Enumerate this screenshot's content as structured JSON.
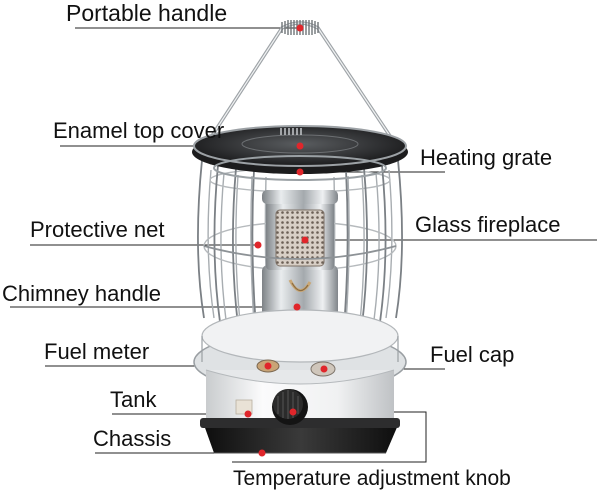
{
  "diagram": {
    "labels": {
      "portable_handle": "Portable handle",
      "enamel_top_cover": "Enamel top cover",
      "heating_grate": "Heating grate",
      "protective_net": "Protective net",
      "glass_fireplace": "Glass fireplace",
      "chimney_handle": "Chimney handle",
      "fuel_meter": "Fuel meter",
      "fuel_cap": "Fuel cap",
      "tank": "Tank",
      "chassis": "Chassis",
      "temperature_adjustment_knob": "Temperature adjustment knob"
    },
    "colors": {
      "leader_line": "#222222",
      "marker_dot": "#e0262b",
      "chrome": "#8e9397",
      "chrome_light": "#e7eaec",
      "base": "#1e1e1e",
      "tank_body": "#f2f3f4"
    }
  }
}
